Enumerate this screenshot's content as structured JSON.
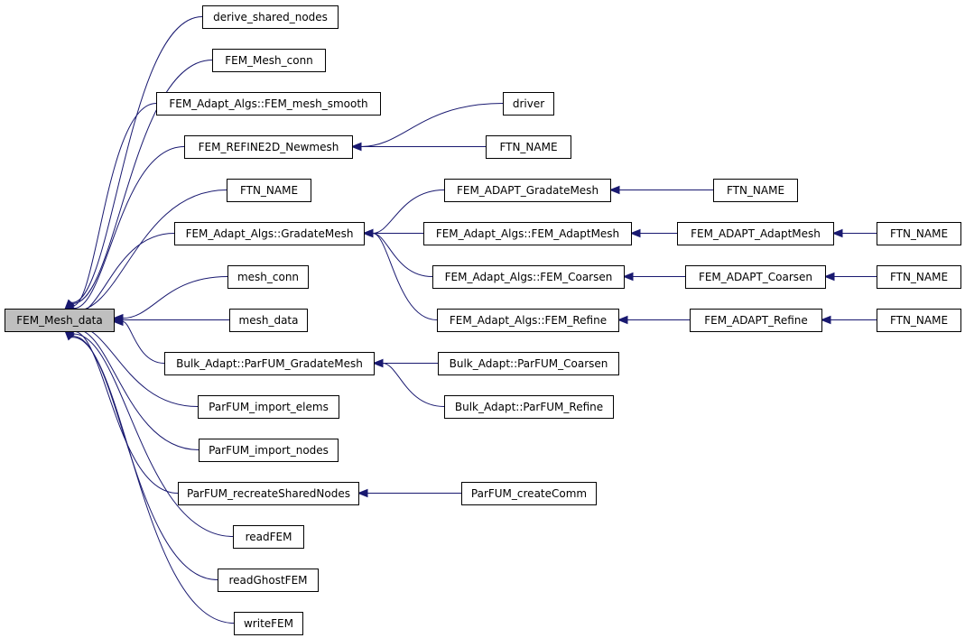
{
  "graph": {
    "title": "",
    "edge_color": "#191970",
    "focus_fill": "#bfbfbf",
    "nodes": [
      {
        "id": "n0",
        "label": "FEM_Mesh_data",
        "focus": true
      },
      {
        "id": "n1",
        "label": "derive_shared_nodes"
      },
      {
        "id": "n2",
        "label": "FEM_Mesh_conn"
      },
      {
        "id": "n3",
        "label": "FEM_Adapt_Algs::FEM_mesh_smooth"
      },
      {
        "id": "n4",
        "label": "FEM_REFINE2D_Newmesh"
      },
      {
        "id": "n5",
        "label": "FTN_NAME"
      },
      {
        "id": "n6",
        "label": "FEM_Adapt_Algs::GradateMesh"
      },
      {
        "id": "n7",
        "label": "mesh_conn"
      },
      {
        "id": "n8",
        "label": "mesh_data"
      },
      {
        "id": "n9",
        "label": "Bulk_Adapt::ParFUM_GradateMesh"
      },
      {
        "id": "n10",
        "label": "ParFUM_import_elems"
      },
      {
        "id": "n11",
        "label": "ParFUM_import_nodes"
      },
      {
        "id": "n12",
        "label": "ParFUM_recreateSharedNodes"
      },
      {
        "id": "n13",
        "label": "readFEM"
      },
      {
        "id": "n14",
        "label": "readGhostFEM"
      },
      {
        "id": "n15",
        "label": "writeFEM"
      },
      {
        "id": "n16",
        "label": "driver"
      },
      {
        "id": "n17",
        "label": "FTN_NAME"
      },
      {
        "id": "n18",
        "label": "FEM_ADAPT_GradateMesh"
      },
      {
        "id": "n19",
        "label": "FEM_Adapt_Algs::FEM_AdaptMesh"
      },
      {
        "id": "n20",
        "label": "FEM_Adapt_Algs::FEM_Coarsen"
      },
      {
        "id": "n21",
        "label": "FEM_Adapt_Algs::FEM_Refine"
      },
      {
        "id": "n22",
        "label": "Bulk_Adapt::ParFUM_Coarsen"
      },
      {
        "id": "n23",
        "label": "Bulk_Adapt::ParFUM_Refine"
      },
      {
        "id": "n24",
        "label": "ParFUM_createComm"
      },
      {
        "id": "n25",
        "label": "FTN_NAME"
      },
      {
        "id": "n26",
        "label": "FEM_ADAPT_AdaptMesh"
      },
      {
        "id": "n27",
        "label": "FEM_ADAPT_Coarsen"
      },
      {
        "id": "n28",
        "label": "FEM_ADAPT_Refine"
      },
      {
        "id": "n29",
        "label": "FTN_NAME"
      },
      {
        "id": "n30",
        "label": "FTN_NAME"
      },
      {
        "id": "n31",
        "label": "FTN_NAME"
      }
    ],
    "edges": [
      {
        "from": "n1",
        "to": "n0"
      },
      {
        "from": "n2",
        "to": "n0"
      },
      {
        "from": "n3",
        "to": "n0"
      },
      {
        "from": "n4",
        "to": "n0"
      },
      {
        "from": "n5",
        "to": "n0"
      },
      {
        "from": "n6",
        "to": "n0"
      },
      {
        "from": "n7",
        "to": "n0"
      },
      {
        "from": "n8",
        "to": "n0"
      },
      {
        "from": "n9",
        "to": "n0"
      },
      {
        "from": "n10",
        "to": "n0"
      },
      {
        "from": "n11",
        "to": "n0"
      },
      {
        "from": "n12",
        "to": "n0"
      },
      {
        "from": "n13",
        "to": "n0"
      },
      {
        "from": "n14",
        "to": "n0"
      },
      {
        "from": "n15",
        "to": "n0"
      },
      {
        "from": "n16",
        "to": "n4"
      },
      {
        "from": "n17",
        "to": "n4"
      },
      {
        "from": "n18",
        "to": "n6"
      },
      {
        "from": "n19",
        "to": "n6"
      },
      {
        "from": "n20",
        "to": "n6"
      },
      {
        "from": "n21",
        "to": "n6"
      },
      {
        "from": "n22",
        "to": "n9"
      },
      {
        "from": "n23",
        "to": "n9"
      },
      {
        "from": "n24",
        "to": "n12"
      },
      {
        "from": "n25",
        "to": "n18"
      },
      {
        "from": "n26",
        "to": "n19"
      },
      {
        "from": "n27",
        "to": "n20"
      },
      {
        "from": "n28",
        "to": "n21"
      },
      {
        "from": "n29",
        "to": "n26"
      },
      {
        "from": "n30",
        "to": "n27"
      },
      {
        "from": "n31",
        "to": "n28"
      }
    ]
  }
}
